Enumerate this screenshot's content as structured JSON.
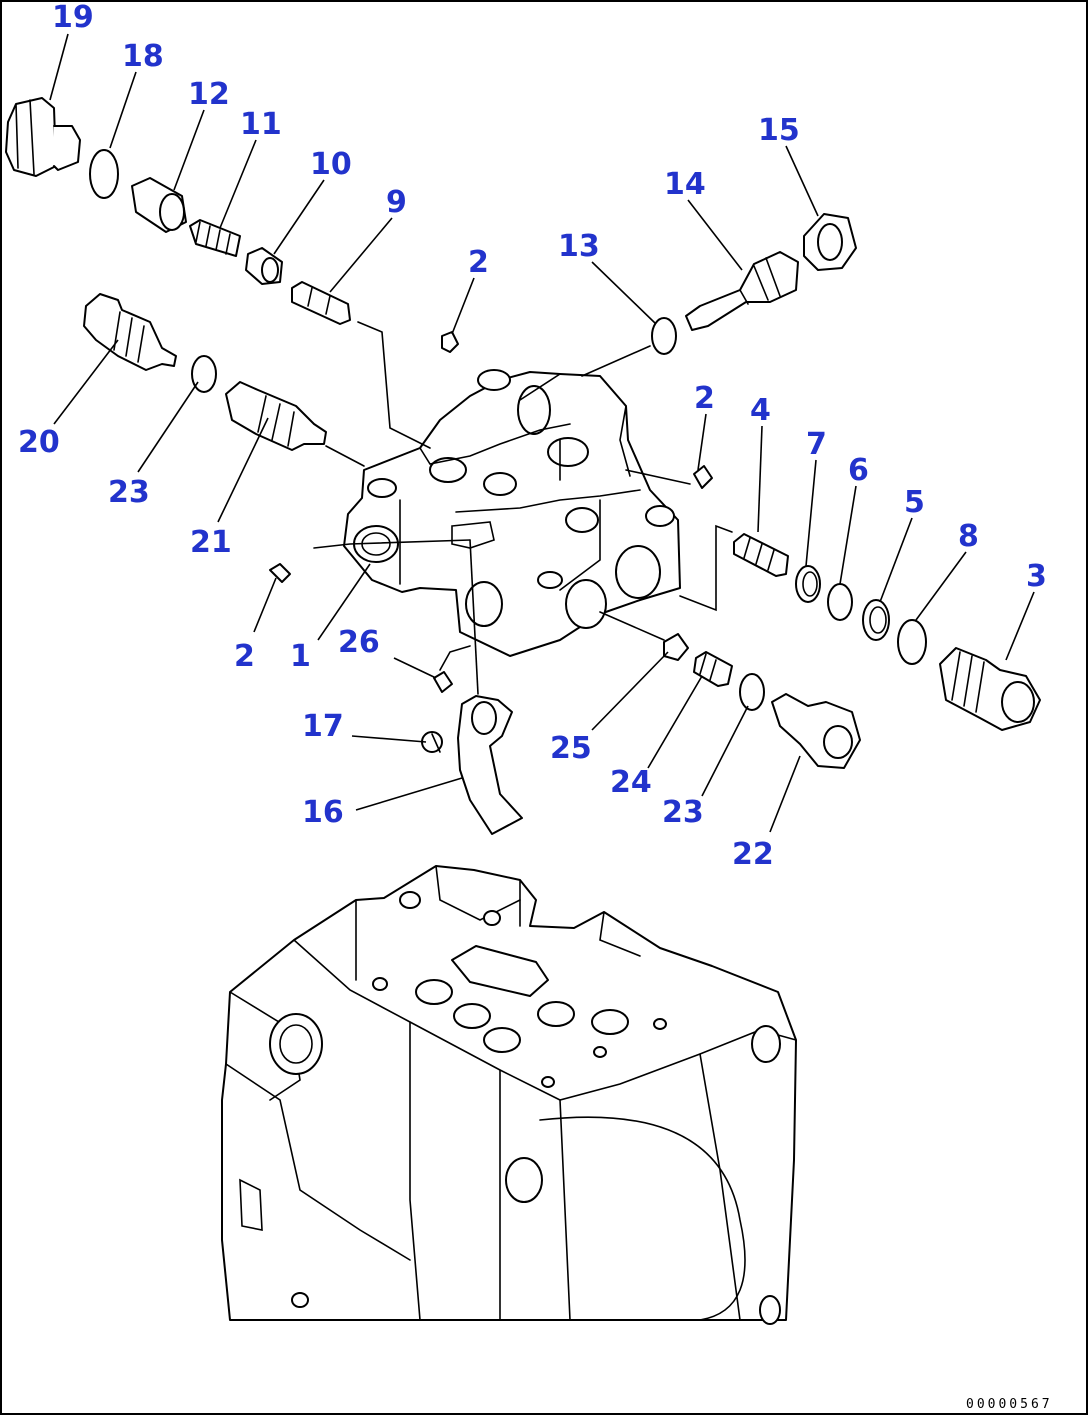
{
  "diagram": {
    "accent_color": "#2233cc",
    "line_color": "#000000",
    "document_number": "00000567",
    "callouts": [
      {
        "id": "c19",
        "label": "19"
      },
      {
        "id": "c18",
        "label": "18"
      },
      {
        "id": "c12",
        "label": "12"
      },
      {
        "id": "c11",
        "label": "11"
      },
      {
        "id": "c10",
        "label": "10"
      },
      {
        "id": "c9",
        "label": "9"
      },
      {
        "id": "c2a",
        "label": "2"
      },
      {
        "id": "c13",
        "label": "13"
      },
      {
        "id": "c14",
        "label": "14"
      },
      {
        "id": "c15",
        "label": "15"
      },
      {
        "id": "c20",
        "label": "20"
      },
      {
        "id": "c23a",
        "label": "23"
      },
      {
        "id": "c21",
        "label": "21"
      },
      {
        "id": "c2b",
        "label": "2"
      },
      {
        "id": "c4",
        "label": "4"
      },
      {
        "id": "c7",
        "label": "7"
      },
      {
        "id": "c6",
        "label": "6"
      },
      {
        "id": "c5",
        "label": "5"
      },
      {
        "id": "c8",
        "label": "8"
      },
      {
        "id": "c3",
        "label": "3"
      },
      {
        "id": "c2c",
        "label": "2"
      },
      {
        "id": "c1",
        "label": "1"
      },
      {
        "id": "c26",
        "label": "26"
      },
      {
        "id": "c17",
        "label": "17"
      },
      {
        "id": "c25",
        "label": "25"
      },
      {
        "id": "c24",
        "label": "24"
      },
      {
        "id": "c23b",
        "label": "23"
      },
      {
        "id": "c16",
        "label": "16"
      },
      {
        "id": "c22",
        "label": "22"
      }
    ]
  }
}
